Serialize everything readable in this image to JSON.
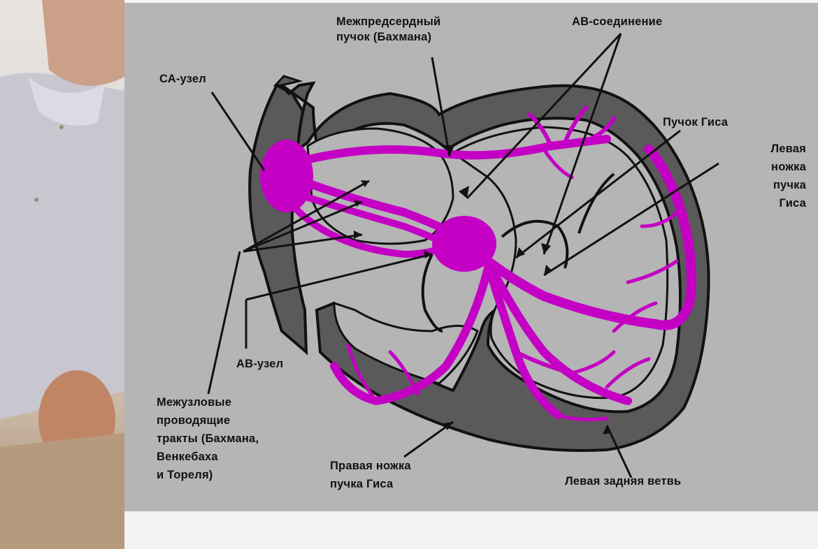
{
  "labels": {
    "sa_node": "СА-узел",
    "bachmann_bundle_line1": "Межпредсердный",
    "bachmann_bundle_line2": "пучок (Бахмана)",
    "av_junction": "АВ-соединение",
    "his_bundle": "Пучок Гиса",
    "left_bundle_branch_line1": "Левая",
    "left_bundle_branch_line2": "ножка",
    "left_bundle_branch_line3": "пучка",
    "left_bundle_branch_line4": "Гиса",
    "av_node": "АВ-узел",
    "internodal_line1": "Межузловые",
    "internodal_line2": "проводящие",
    "internodal_line3": "тракты (Бахмана,",
    "internodal_line4": "Венкебаха",
    "internodal_line5": "и Тореля)",
    "right_bundle_branch_line1": "Правая ножка",
    "right_bundle_branch_line2": "пучка Гиса",
    "left_posterior_branch": "Левая задняя ветвь"
  },
  "colors": {
    "conduction_system": "#c400c4",
    "heart_wall": "#5a5a5a",
    "wall_outline": "#111111",
    "panel_background": "#b5b5b5"
  }
}
